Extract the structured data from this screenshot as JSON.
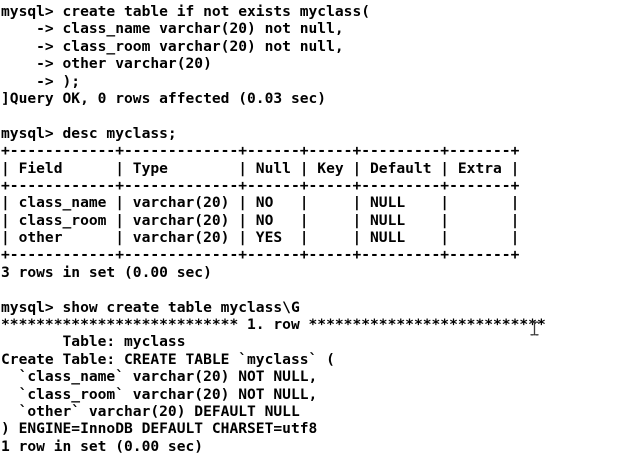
{
  "window": {
    "background_color": "#ffffff",
    "text_color": "#000000"
  },
  "terminal": {
    "lines": [
      "mysql> create table if not exists myclass(",
      "    -> class_name varchar(20) not null,",
      "    -> class_room varchar(20) not null,",
      "    -> other varchar(20)",
      "    -> );",
      "]Query OK, 0 rows affected (0.03 sec)",
      "",
      "mysql> desc myclass;",
      "+------------+-------------+------+-----+---------+-------+",
      "| Field      | Type        | Null | Key | Default | Extra |",
      "+------------+-------------+------+-----+---------+-------+",
      "| class_name | varchar(20) | NO   |     | NULL    |       |",
      "| class_room | varchar(20) | NO   |     | NULL    |       |",
      "| other      | varchar(20) | YES  |     | NULL    |       |",
      "+------------+-------------+------+-----+---------+-------+",
      "3 rows in set (0.00 sec)",
      "",
      "mysql> show create table myclass\\G",
      "*************************** 1. row ***************************",
      "       Table: myclass",
      "Create Table: CREATE TABLE `myclass` (",
      "  `class_name` varchar(20) NOT NULL,",
      "  `class_room` varchar(20) NOT NULL,",
      "  `other` varchar(20) DEFAULT NULL",
      ") ENGINE=InnoDB DEFAULT CHARSET=utf8",
      "1 row in set (0.00 sec)"
    ]
  },
  "cursor": {
    "kind": "i-beam"
  }
}
